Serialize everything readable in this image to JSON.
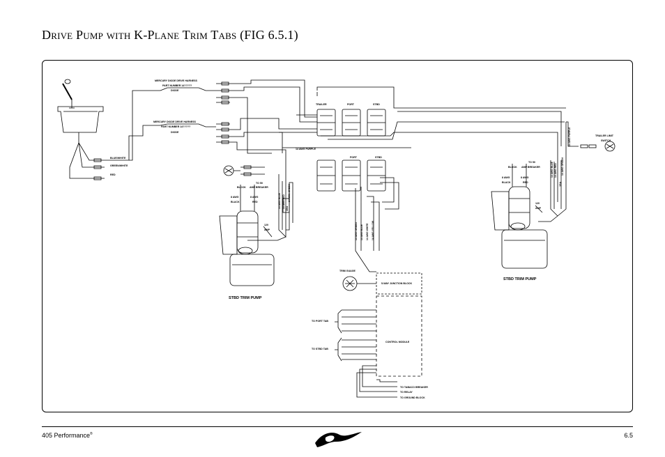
{
  "title": "Drive Pump with K-Plane Trim Tabs (FIG 6.5.1)",
  "footer": {
    "left": "405 Performance",
    "reg": "®",
    "right": "6.5"
  },
  "labels": {
    "harness1_a": "MERCURY DIODE DRIVE HARNESS",
    "harness1_b": "PART NUMBER 14?????",
    "diode1": "DIODE",
    "harness2_a": "MERCURY DIODE DRIVE HARNESS",
    "harness2_b": "PART NUMBER 14?????",
    "diode2": "DIODE",
    "wire_blue": "BLUE/WHITE",
    "wire_green": "GREEN/WHITE",
    "wire_red": "RED",
    "sw_trailer": "TRAILER",
    "sw_port": "PORT",
    "sw_stbd": "STBD",
    "sw2_port": "PORT",
    "sw2_stbd": "STBD",
    "purple_wire": "14 AWG PURPLE",
    "left_block": "BLOCK",
    "left_to_breaker": "TO 50",
    "left_amp_breaker": "AMP BREAKER",
    "left_8awg_black_a": "8 AWG",
    "left_black": "BLACK",
    "left_8awg_red_a": "8 AWG",
    "left_red": "RED",
    "left_amp_a": "120",
    "left_amp_b": "AMP",
    "left_fuse": "15A",
    "left_pump": "STBD TRIM PUMP",
    "vw1": "14 AWG BLUE",
    "vw2": "14 AWG RED",
    "vw3": "14 AWG GREEN",
    "cw1": "14 AWG GREEN",
    "cw2": "14 AWG BLUE",
    "cw3": "14 AWG WHITE",
    "cw4": "14 AWG YELLOW",
    "trim_gauge": "TRIM GUAGE",
    "junction_block": "5-WAY JUNCTION BLOCK",
    "to_port_tab": "TO PORT TAB",
    "to_stbd_tab": "TO STBD TAB",
    "control_module": "CONTROL MODULE",
    "to_tabaco": "TO TABACO BREAKER",
    "to_relay": "TO RELAY",
    "to_ground": "TO GROUND BLOCK",
    "trailer_limit_a": "TRAILER LIMIT",
    "trailer_limit_b": "SWITCH",
    "right_to": "TO 50",
    "right_block": "BLOCK",
    "right_amp_breaker": "AMP BREAKER",
    "right_8awg_a": "8 AWG",
    "right_black": "BLACK",
    "right_8awg_b": "8 AWG",
    "right_red": "RED",
    "right_amp_a": "120",
    "right_amp_b": "AMP",
    "rw1": "14 AWG BLUE",
    "rw2": "14 AWG RED",
    "rw3": "14 AWG GREEN",
    "rw_purple": "14 AWG PURPLE",
    "right_fuse": "15A",
    "right_pump": "STBD TRIM PUMP"
  }
}
